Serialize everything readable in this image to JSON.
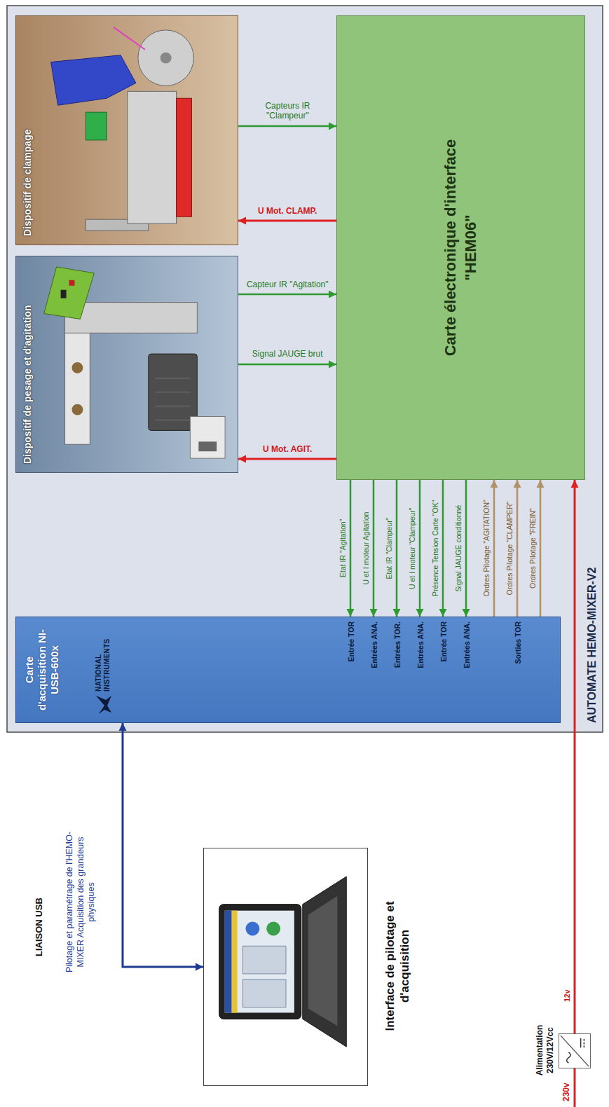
{
  "diagram": {
    "nodes": [
      {
        "text": [
          "Interface de pilotage et d'acquisition"
        ]
      },
      {
        "text": [
          "Alimentation 230V/12Vcc"
        ]
      },
      {
        "text": [
          "AUTOMATE HEMO-MIXER-V2"
        ]
      },
      {
        "text": [
          "Carte d'acquisition NI-USB-600x",
          "NATIONAL INSTRUMENTS"
        ],
        "in": 2
      },
      {
        "text": [
          "Dispositif de pesage et d'agitation"
        ],
        "in": 2
      },
      {
        "text": [
          "Dispositif de clampage"
        ],
        "in": 2
      },
      {
        "text": [
          "Carte électronique d'interface \"HEM06\""
        ],
        "in": 2
      }
    ],
    "edges": [
      {
        "from": 0,
        "to": 3,
        "arrow": "both",
        "label": "LIAISON USB"
      },
      {
        "from": 6,
        "to": 3,
        "arrow": "to",
        "label": "Etat IR \"Agitation\""
      },
      {
        "from": 6,
        "to": 3,
        "arrow": "to",
        "label": "U et I moteur Agitation"
      },
      {
        "from": 6,
        "to": 3,
        "arrow": "to",
        "label": "Etat IR \"Clampeur\""
      },
      {
        "from": 6,
        "to": 3,
        "arrow": "to",
        "label": "U et I moteur \"Clampeur\""
      },
      {
        "from": 6,
        "to": 3,
        "arrow": "to",
        "label": "Présence Tension Carte \"OK\""
      },
      {
        "from": 6,
        "to": 3,
        "arrow": "to",
        "label": "Signal JAUGE conditionné"
      },
      {
        "from": 3,
        "to": 6,
        "arrow": "to",
        "label": "Ordres Pilotage \"AGITATION\""
      },
      {
        "from": 3,
        "to": 6,
        "arrow": "to",
        "label": "Ordres Pilotage \"CLAMPER\""
      },
      {
        "from": 3,
        "to": 6,
        "arrow": "to",
        "label": "Ordres Pilotage \"FREIN\""
      },
      {
        "from": 1,
        "to": 6,
        "arrow": "to",
        "label": "12v"
      },
      {
        "from": 6,
        "to": 4,
        "arrow": "to",
        "label": "U Mot. AGIT."
      },
      {
        "from": 4,
        "to": 6,
        "arrow": "to",
        "label": "Signal JAUGE brut"
      },
      {
        "from": 4,
        "to": 6,
        "arrow": "to",
        "label": "Capteur IR \"Agitation\""
      },
      {
        "from": 6,
        "to": 5,
        "arrow": "to",
        "label": "U Mot. CLAMP."
      },
      {
        "from": 5,
        "to": 6,
        "arrow": "to",
        "label": "Capteurs IR \"Clampeur\""
      }
    ],
    "labels": [
      "Entrée TOR",
      "Entrées ANA.",
      "Entrées TOR.",
      "Entrées ANA.",
      "Entrée TOR",
      "Entrées ANA.",
      "Sorties TOR",
      "Pilotage et paramétrage de l'HEMO-MIXER Acquisition des grandeurs physiques",
      "230v"
    ]
  }
}
